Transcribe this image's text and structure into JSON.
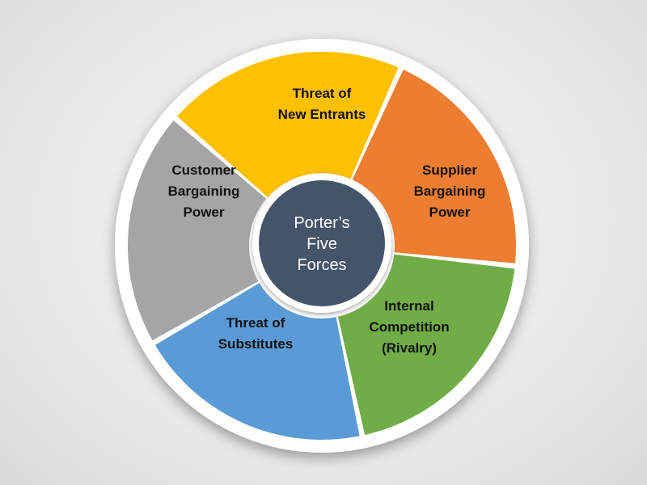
{
  "colors": {
    "rim": "#ffffff",
    "center": "#44546a",
    "center_text": "#ffffff",
    "label_text": "#111111"
  },
  "center": {
    "lines": [
      "Porter’s",
      "Five",
      "Forces"
    ]
  },
  "segments": [
    {
      "id": "new-entrants",
      "lines": [
        "Threat of",
        "New Entrants"
      ],
      "color": "#ffc000"
    },
    {
      "id": "supplier-power",
      "lines": [
        "Supplier",
        "Bargaining",
        "Power"
      ],
      "color": "#ed7d31"
    },
    {
      "id": "internal-competition",
      "lines": [
        "Internal",
        "Competition",
        "(Rivalry)"
      ],
      "color": "#70ad47"
    },
    {
      "id": "substitutes",
      "lines": [
        "Threat of",
        "Substitutes"
      ],
      "color": "#5b9bd5"
    },
    {
      "id": "customer-power",
      "lines": [
        "Customer",
        "Bargaining",
        "Power"
      ],
      "color": "#a5a5a5"
    }
  ]
}
